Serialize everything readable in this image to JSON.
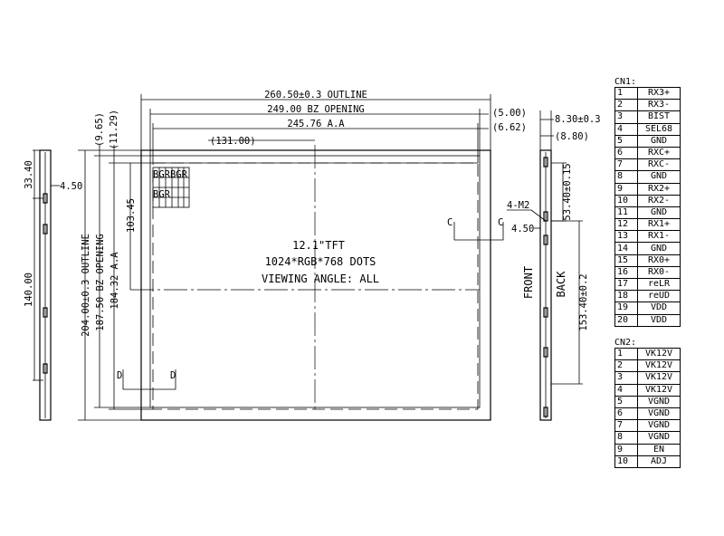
{
  "dims": {
    "outline_w": "260.50±0.3 OUTLINE",
    "bz_w": "249.00 BZ OPENING",
    "aa_w": "245.76 A.A",
    "off_5": "(5.00)",
    "off_662": "(6.62)",
    "dim_131": "(131.00)",
    "dim_965": "(9.65)",
    "dim_1129": "(11.29)",
    "dim_10345": "103.45",
    "outline_h": "204.00±0.3 OUTLINE",
    "bz_h": "187.50 BZ OPENING",
    "aa_h": "184.32 A.A",
    "side_3340": "33.40",
    "side_450": "4.50",
    "side_140": "140.00",
    "thick_830": "8.30±0.3",
    "thick_880": "(8.80)",
    "m2": "4-M2",
    "r_450": "4.50",
    "h_5340": "53.40±0.15",
    "h_15340": "153.40±0.2"
  },
  "labels": {
    "panel_line1": "12.1\"TFT",
    "panel_line2": "1024*RGB*768 DOTS",
    "panel_line3": "VIEWING ANGLE: ALL",
    "pixel_top": "BGRBGR",
    "pixel_bot": "BGR",
    "front": "FRONT",
    "back": "BACK",
    "mark_c": "C",
    "mark_d": "D"
  },
  "cn1": {
    "title": "CN1:",
    "rows": [
      {
        "no": "1",
        "sig": "RX3+"
      },
      {
        "no": "2",
        "sig": "RX3-"
      },
      {
        "no": "3",
        "sig": "BIST"
      },
      {
        "no": "4",
        "sig": "SEL68"
      },
      {
        "no": "5",
        "sig": "GND"
      },
      {
        "no": "6",
        "sig": "RXC+"
      },
      {
        "no": "7",
        "sig": "RXC-"
      },
      {
        "no": "8",
        "sig": "GND"
      },
      {
        "no": "9",
        "sig": "RX2+"
      },
      {
        "no": "10",
        "sig": "RX2-"
      },
      {
        "no": "11",
        "sig": "GND"
      },
      {
        "no": "12",
        "sig": "RX1+"
      },
      {
        "no": "13",
        "sig": "RX1-"
      },
      {
        "no": "14",
        "sig": "GND"
      },
      {
        "no": "15",
        "sig": "RX0+"
      },
      {
        "no": "16",
        "sig": "RX0-"
      },
      {
        "no": "17",
        "sig": "reLR"
      },
      {
        "no": "18",
        "sig": "reUD"
      },
      {
        "no": "19",
        "sig": "VDD"
      },
      {
        "no": "20",
        "sig": "VDD"
      }
    ]
  },
  "cn2": {
    "title": "CN2:",
    "rows": [
      {
        "no": "1",
        "sig": "VK12V"
      },
      {
        "no": "2",
        "sig": "VK12V"
      },
      {
        "no": "3",
        "sig": "VK12V"
      },
      {
        "no": "4",
        "sig": "VK12V"
      },
      {
        "no": "5",
        "sig": "VGND"
      },
      {
        "no": "6",
        "sig": "VGND"
      },
      {
        "no": "7",
        "sig": "VGND"
      },
      {
        "no": "8",
        "sig": "VGND"
      },
      {
        "no": "9",
        "sig": "EN"
      },
      {
        "no": "10",
        "sig": "ADJ"
      }
    ]
  }
}
